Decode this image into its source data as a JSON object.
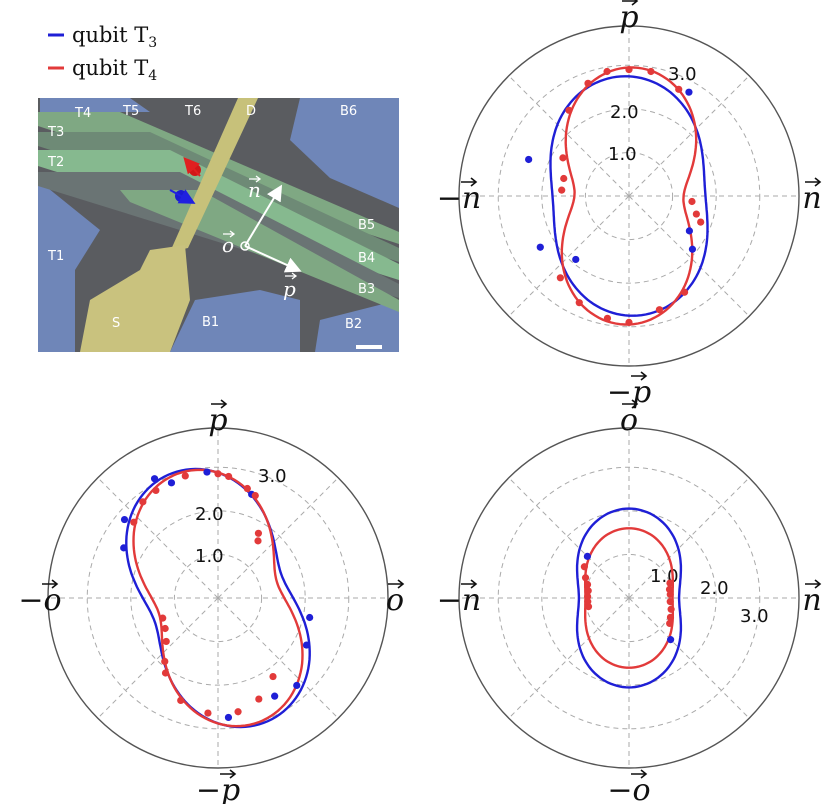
{
  "legend": {
    "items": [
      {
        "prefix": "qubit T",
        "sub": "3",
        "color": "#1f1fd6"
      },
      {
        "prefix": "qubit T",
        "sub": "4",
        "color": "#e23a3a"
      }
    ]
  },
  "micrograph": {
    "gate_labels": {
      "T4": "T4",
      "T5": "T5",
      "T6": "T6",
      "D": "D",
      "B6": "B6",
      "T3": "T3",
      "T2": "T2",
      "T1": "T1",
      "B5": "B5",
      "B4": "B4",
      "B3": "B3",
      "B2": "B2",
      "B1": "B1",
      "S": "S"
    },
    "axis_labels": {
      "n": "n",
      "o": "o",
      "p": "p"
    }
  },
  "colors": {
    "t3": "#1f1fd6",
    "t4": "#e23a3a",
    "ring": "#aaaaaa",
    "frame": "#555555"
  },
  "chart_data": [
    {
      "type": "polar",
      "plane": "p-n",
      "labels": {
        "top": "p",
        "bottom": "−p",
        "left": "−n",
        "right": "n"
      },
      "r_ticks": [
        "1.0",
        "2.0",
        "3.0"
      ],
      "rlim": [
        0,
        3.9
      ],
      "series": [
        {
          "name": "qubit T3",
          "color": "#1f1fd6",
          "curve": {
            "a": 2.25,
            "b": 0.5,
            "phi_deg": 4
          },
          "points": [
            [
              60,
              2.75
            ],
            [
              -30,
              1.6
            ],
            [
              -40,
              1.9
            ],
            [
              -130,
              1.9
            ],
            [
              160,
              2.45
            ],
            [
              -150,
              2.35
            ]
          ]
        },
        {
          "name": "qubit T4",
          "color": "#e23a3a",
          "curve": {
            "a": 2.1,
            "b": 0.85,
            "phi_deg": -2
          },
          "points": [
            [
              90,
              2.9
            ],
            [
              100,
              2.9
            ],
            [
              110,
              2.75
            ],
            [
              125,
              2.4
            ],
            [
              150,
              1.75
            ],
            [
              165,
              1.55
            ],
            [
              175,
              1.55
            ],
            [
              80,
              2.9
            ],
            [
              65,
              2.7
            ],
            [
              -5,
              1.45
            ],
            [
              -15,
              1.6
            ],
            [
              -20,
              1.75
            ],
            [
              -60,
              2.55
            ],
            [
              -75,
              2.7
            ],
            [
              -90,
              2.9
            ],
            [
              -100,
              2.85
            ],
            [
              -115,
              2.7
            ],
            [
              -130,
              2.45
            ]
          ]
        }
      ]
    },
    {
      "type": "polar",
      "plane": "p-o",
      "labels": {
        "top": "p",
        "bottom": "−p",
        "left": "−o",
        "right": "o"
      },
      "r_ticks": [
        "1.0",
        "2.0",
        "3.0"
      ],
      "rlim": [
        0,
        3.9
      ],
      "series": [
        {
          "name": "qubit T3",
          "color": "#1f1fd6",
          "curve": {
            "a": 2.3,
            "b": 0.75,
            "phi_deg": 20
          },
          "points": [
            [
              118,
              3.1
            ],
            [
              112,
              2.85
            ],
            [
              140,
              2.8
            ],
            [
              152,
              2.45
            ],
            [
              72,
              2.5
            ],
            [
              95,
              2.9
            ],
            [
              -48,
              2.7
            ],
            [
              -60,
              2.6
            ],
            [
              -85,
              2.75
            ],
            [
              -12,
              2.15
            ],
            [
              -28,
              2.3
            ]
          ]
        },
        {
          "name": "qubit T4",
          "color": "#e23a3a",
          "curve": {
            "a": 2.2,
            "b": 0.8,
            "phi_deg": 16
          },
          "points": [
            [
              90,
              2.85
            ],
            [
              85,
              2.8
            ],
            [
              105,
              2.9
            ],
            [
              120,
              2.85
            ],
            [
              128,
              2.8
            ],
            [
              138,
              2.6
            ],
            [
              75,
              2.6
            ],
            [
              70,
              2.5
            ],
            [
              58,
              1.75
            ],
            [
              55,
              1.6
            ],
            [
              -55,
              2.2
            ],
            [
              -68,
              2.5
            ],
            [
              -80,
              2.65
            ],
            [
              -95,
              2.65
            ],
            [
              -110,
              2.5
            ],
            [
              -140,
              1.55
            ],
            [
              -150,
              1.4
            ],
            [
              -160,
              1.35
            ],
            [
              -125,
              2.1
            ],
            [
              -130,
              1.9
            ]
          ]
        }
      ]
    },
    {
      "type": "polar",
      "plane": "n-o",
      "labels": {
        "top": "o",
        "bottom": "−o",
        "left": "−n",
        "right": "n"
      },
      "r_ticks": [
        "1.0",
        "2.0",
        "3.0"
      ],
      "rlim": [
        0,
        3.9
      ],
      "series": [
        {
          "name": "qubit T3",
          "color": "#1f1fd6",
          "curve": {
            "a": 1.6,
            "b": 0.45,
            "phi_deg": 0
          },
          "points": [
            [
              135,
              1.35
            ],
            [
              -45,
              1.35
            ]
          ]
        },
        {
          "name": "qubit T4",
          "color": "#e23a3a",
          "curve": {
            "a": 1.3,
            "b": 0.3,
            "phi_deg": 0
          },
          "points": [
            [
              145,
              1.25
            ],
            [
              155,
              1.1
            ],
            [
              162,
              1.0
            ],
            [
              170,
              0.95
            ],
            [
              178,
              0.95
            ],
            [
              185,
              0.95
            ],
            [
              192,
              0.95
            ],
            [
              20,
              1.0
            ],
            [
              12,
              0.95
            ],
            [
              5,
              0.95
            ],
            [
              -5,
              0.95
            ],
            [
              -15,
              1.0
            ],
            [
              -25,
              1.05
            ],
            [
              -32,
              1.1
            ]
          ]
        }
      ]
    }
  ]
}
